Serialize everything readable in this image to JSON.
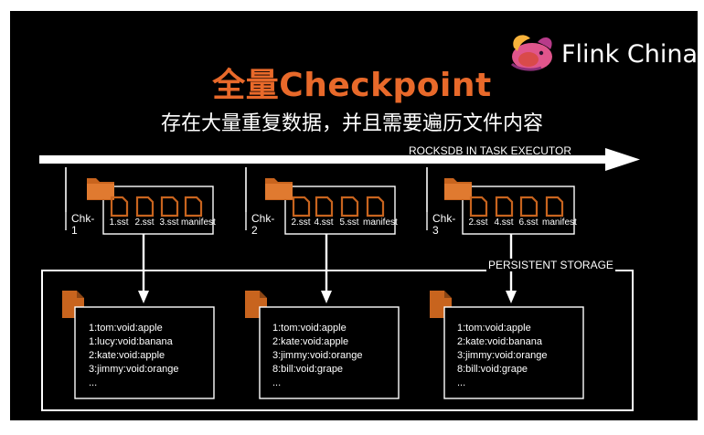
{
  "title": "全量Checkpoint",
  "subtitle": "存在大量重复数据，并且需要遍历文件内容",
  "brand": {
    "name": "Flink China"
  },
  "timeline_label": "ROCKSDB IN TASK EXECUTOR",
  "storage_label": "PERSISTENT STORAGE",
  "colors": {
    "accent": "#e8692a",
    "file": "#c8641e",
    "line": "#ffffff",
    "background": "#000000"
  },
  "checkpoints": [
    {
      "label": "Chk-1",
      "files": [
        "1.sst",
        "2.sst",
        "3.sst",
        "manifest"
      ],
      "storage_entries": [
        "1:tom:void:apple",
        "1:lucy:void:banana",
        "2:kate:void:apple",
        "3:jimmy:void:orange",
        "..."
      ]
    },
    {
      "label": "Chk-2",
      "files": [
        "2.sst",
        "4.sst",
        "5.sst",
        "manifest"
      ],
      "storage_entries": [
        "1:tom:void:apple",
        "2:kate:void:apple",
        "3:jimmy:void:orange",
        "8:bill:void:grape",
        "..."
      ]
    },
    {
      "label": "Chk-3",
      "files": [
        "2.sst",
        "4.sst",
        "6.sst",
        "manifest"
      ],
      "storage_entries": [
        "1:tom:void:apple",
        "2:kate:void:banana",
        "3:jimmy:void:orange",
        "8:bill:void:grape",
        "..."
      ]
    }
  ]
}
